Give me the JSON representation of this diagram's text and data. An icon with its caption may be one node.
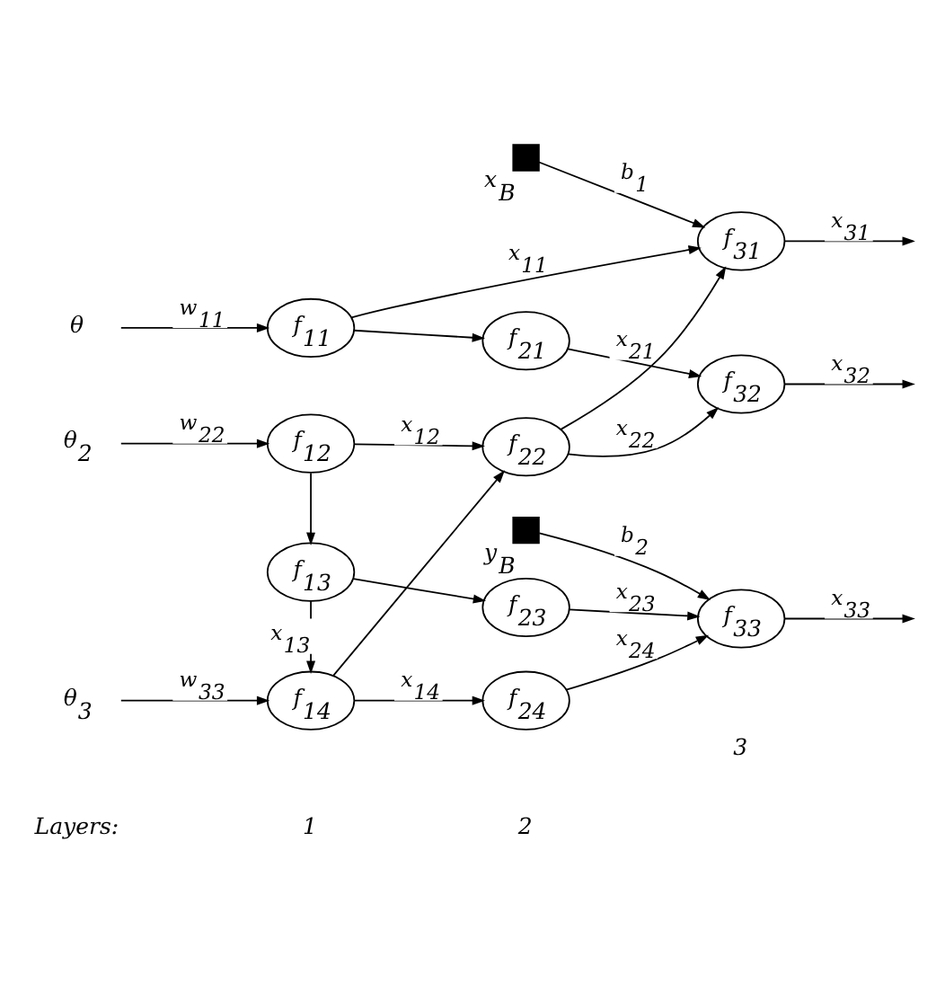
{
  "diagram": {
    "nodes": [
      {
        "text": [
          "θ"
        ]
      },
      {
        "text": [
          "θ$_{2}$"
        ]
      },
      {
        "text": [
          "θ$_{3}$"
        ]
      },
      {
        "text": [],
        "shape": "box",
        "beside": [
          "x$_{B}$"
        ]
      },
      {
        "text": [
          "f$_{11}$"
        ]
      },
      {
        "text": [
          "f$_{12}$"
        ]
      },
      {
        "text": [
          "f$_{13}$"
        ]
      },
      {
        "text": [
          "f$_{14}$"
        ]
      },
      {
        "text": [
          "f$_{21}$"
        ]
      },
      {
        "text": [
          "f$_{22}$"
        ]
      },
      {
        "text": [
          "f$_{23}$"
        ]
      },
      {
        "text": [
          "f$_{24}$"
        ]
      },
      {
        "text": [
          "f$_{31}$"
        ]
      },
      {
        "text": [
          "f$_{32}$"
        ]
      },
      {
        "text": [
          "f$_{33}$"
        ]
      },
      {
        "text": [],
        "shape": "box",
        "beside": [
          "y$_{B}$"
        ]
      }
    ],
    "edges": [
      {
        "from": 0,
        "to": 4,
        "arrow": "to",
        "label": "w$_{11}$"
      },
      {
        "from": 1,
        "to": 5,
        "arrow": "to",
        "label": "w$_{22}$"
      },
      {
        "from": 2,
        "to": 7,
        "arrow": "to",
        "label": "w$_{33}$"
      },
      {
        "from": 3,
        "to": 12,
        "arrow": "to",
        "label": "b$_{1}$"
      },
      {
        "from": 4,
        "to": 12,
        "arrow": "to",
        "label": "x$_{11}$"
      },
      {
        "from": 4,
        "to": 8,
        "arrow": "to"
      },
      {
        "from": 5,
        "to": 9,
        "arrow": "to",
        "label": "x$_{12}$"
      },
      {
        "from": 5,
        "to": 6,
        "arrow": "to"
      },
      {
        "from": 6,
        "to": 7,
        "arrow": "to",
        "label": "x$_{13}$"
      },
      {
        "from": 6,
        "to": 10,
        "arrow": "to"
      },
      {
        "from": 7,
        "to": 9,
        "arrow": "to"
      },
      {
        "from": 7,
        "to": 11,
        "arrow": "to",
        "label": "x$_{14}$"
      },
      {
        "from": 8,
        "to": 13,
        "arrow": "to",
        "label": "x$_{21}$"
      },
      {
        "from": 9,
        "to": 12,
        "arrow": "to"
      },
      {
        "from": 9,
        "to": 13,
        "arrow": "to",
        "label": "x$_{22}$"
      },
      {
        "from": 10,
        "to": 14,
        "arrow": "to",
        "label": "x$_{23}$"
      },
      {
        "from": 11,
        "to": 14,
        "arrow": "to",
        "label": "x$_{24}$"
      },
      {
        "from": 12,
        "to": null,
        "arrow": "to",
        "label": "x$_{31}$"
      },
      {
        "from": 13,
        "to": null,
        "arrow": "to",
        "label": "x$_{32}$"
      },
      {
        "from": 14,
        "to": null,
        "arrow": "to",
        "label": "x$_{33}$"
      },
      {
        "from": 15,
        "to": 14,
        "arrow": "to",
        "label": "b$_{2}$"
      }
    ],
    "labels": [
      "Layers:",
      "1",
      "2",
      "3"
    ]
  }
}
